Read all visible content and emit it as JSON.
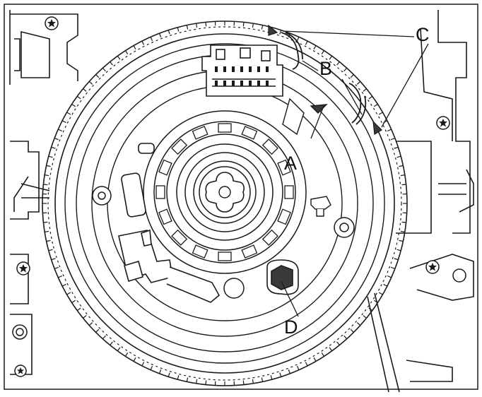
{
  "callouts": {
    "a": "A",
    "b": "B",
    "c": "C",
    "d": "D"
  },
  "colors": {
    "line": "#1a1a1a",
    "fill_dark": "#3a3a3a",
    "fill_mid": "#8a8a8a",
    "background": "#ffffff"
  }
}
